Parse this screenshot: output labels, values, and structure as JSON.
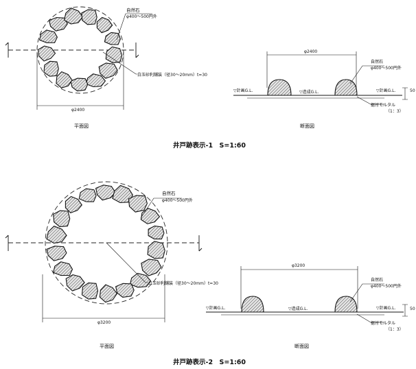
{
  "drawings": [
    {
      "title": "井戸跡表示-1　S=1:60",
      "plan": {
        "caption": "平面図",
        "stone_label": "自然石",
        "stone_size": "φ400～500円外",
        "gravel_label": "白玉砂利舗装（径30～20mm）t=30",
        "diameter": "φ2400"
      },
      "section": {
        "caption": "断面図",
        "diameter": "φ2400",
        "stone_label": "自然石",
        "stone_size": "φ400～500円外",
        "gl_plan_left": "▽計画G.L.",
        "gl_built": "▽造成G.L.",
        "gl_plan_right": "▽計画G.L.",
        "depth": "50",
        "mortar_label": "据付モルタル",
        "mortar_ratio": "（1：3）"
      }
    },
    {
      "title": "井戸跡表示-2　S=1:60",
      "plan": {
        "caption": "平面図",
        "stone_label": "自然石",
        "stone_size": "φ400～500円外",
        "gravel_label": "白玉砂利舗装（径30～20mm）t=30",
        "diameter": "φ3200"
      },
      "section": {
        "caption": "断面図",
        "diameter": "φ3200",
        "stone_label": "自然石",
        "stone_size": "φ400～500円外",
        "gl_plan_left": "▽計画G.L.",
        "gl_built": "▽造成G.L.",
        "gl_plan_right": "▽計画G.L.",
        "depth": "50",
        "mortar_label": "据付モルタル",
        "mortar_ratio": "（1：3）"
      }
    }
  ]
}
